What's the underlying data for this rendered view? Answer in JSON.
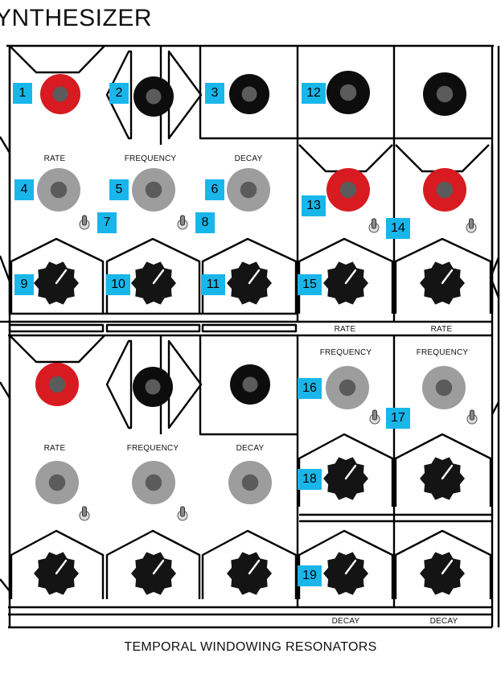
{
  "header": {
    "title": "YNTHESIZER"
  },
  "footer": {
    "text": "TEMPORAL WINDOWING RESONATORS"
  },
  "labels": {
    "rate": "RATE",
    "frequency": "FREQUENCY",
    "decay": "DECAY"
  },
  "badges": [
    "1",
    "2",
    "3",
    "4",
    "5",
    "6",
    "7",
    "8",
    "9",
    "10",
    "11",
    "12",
    "13",
    "14",
    "15",
    "16",
    "17",
    "18",
    "19"
  ],
  "colors": {
    "jack_red": "#d81a21",
    "jack_black": "#0d0d0d",
    "jack_gray": "#9d9d9d",
    "jack_hole": "#5b5b5b",
    "badge": "#19b6ea",
    "knob": "#141414"
  }
}
